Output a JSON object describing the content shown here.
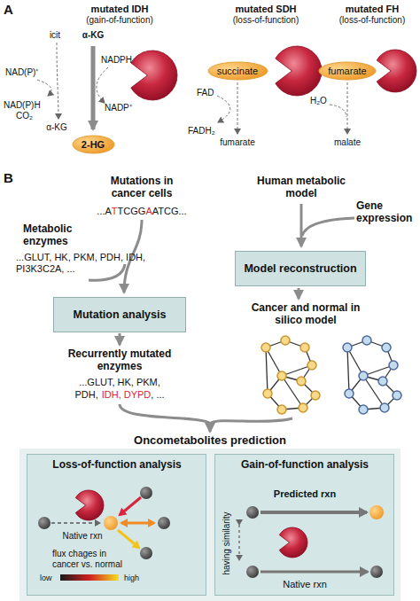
{
  "diagram": {
    "nodes": [
      {
        "text": [
          "2-HG"
        ]
      },
      {
        "text": [
          "succinate"
        ]
      },
      {
        "text": [
          "fumarate"
        ]
      },
      {
        "text": [
          "Mutation analysis"
        ]
      },
      {
        "text": [
          "Model reconstruction"
        ]
      },
      {
        "text": [
          "Loss-of-function analysis",
          "Native rxn",
          "flux chages in cancer vs. normal",
          "low",
          "high"
        ]
      },
      {
        "text": [
          "Gain-of-function analysis",
          "having similarity",
          "Predicted rxn",
          "Native rxn"
        ]
      }
    ],
    "labels": [
      "A",
      "mutated IDH",
      "(gain-of-function)",
      "mutated SDH",
      "(loss-of-function)",
      "mutated FH",
      "(loss-of-function)",
      "icit",
      "α-KG",
      "NAD(P)⁺",
      "NADPH",
      "NAD(P)H",
      "CO₂",
      "NADP⁺",
      "α-KG",
      "FAD",
      "FADH₂",
      "fumarate",
      "H₂O",
      "malate",
      "B",
      "Mutations in cancer cells",
      "...A",
      "T",
      "TCGG",
      "A",
      "ATCG...",
      "Metabolic enzymes",
      "...GLUT, HK, PKM, PDH, IDH, PI3K3C2A, ...",
      "Human metabolic model",
      "Gene expression",
      "Recurrently mutated enzymes",
      "...GLUT, HK, PKM,",
      "PDH,",
      "IDH, DYPD",
      ", ...",
      "Cancer and normal in silico model",
      "Oncometabolites prediction"
    ]
  }
}
